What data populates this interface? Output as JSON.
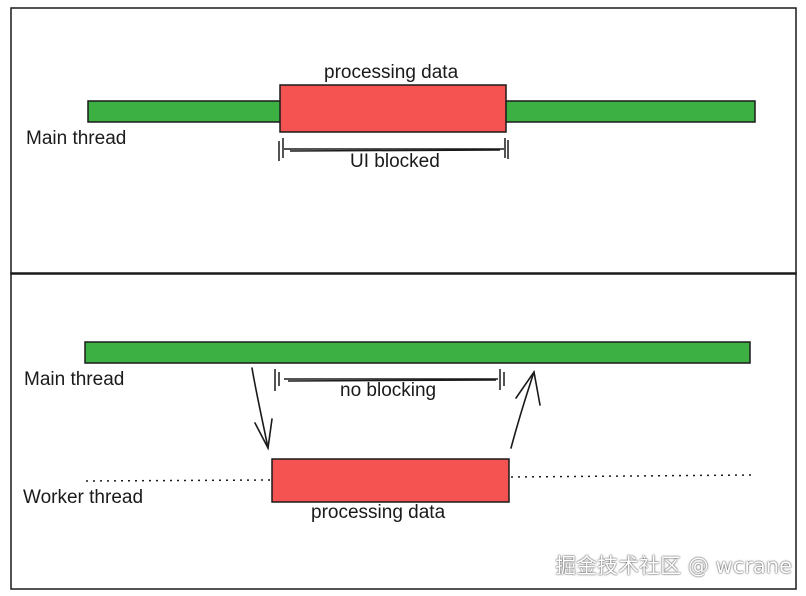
{
  "colors": {
    "thread_bar": "#3cb043",
    "processing_block": "#f45352",
    "outline": "#1a1a1a",
    "background": "#ffffff"
  },
  "top_panel": {
    "main_thread_label": "Main thread",
    "processing_label": "processing data",
    "blocked_label": "UI blocked"
  },
  "bottom_panel": {
    "main_thread_label": "Main thread",
    "worker_thread_label": "Worker thread",
    "processing_label": "processing data",
    "no_blocking_label": "no blocking"
  },
  "watermark": "掘金技术社区 @ wcrane"
}
